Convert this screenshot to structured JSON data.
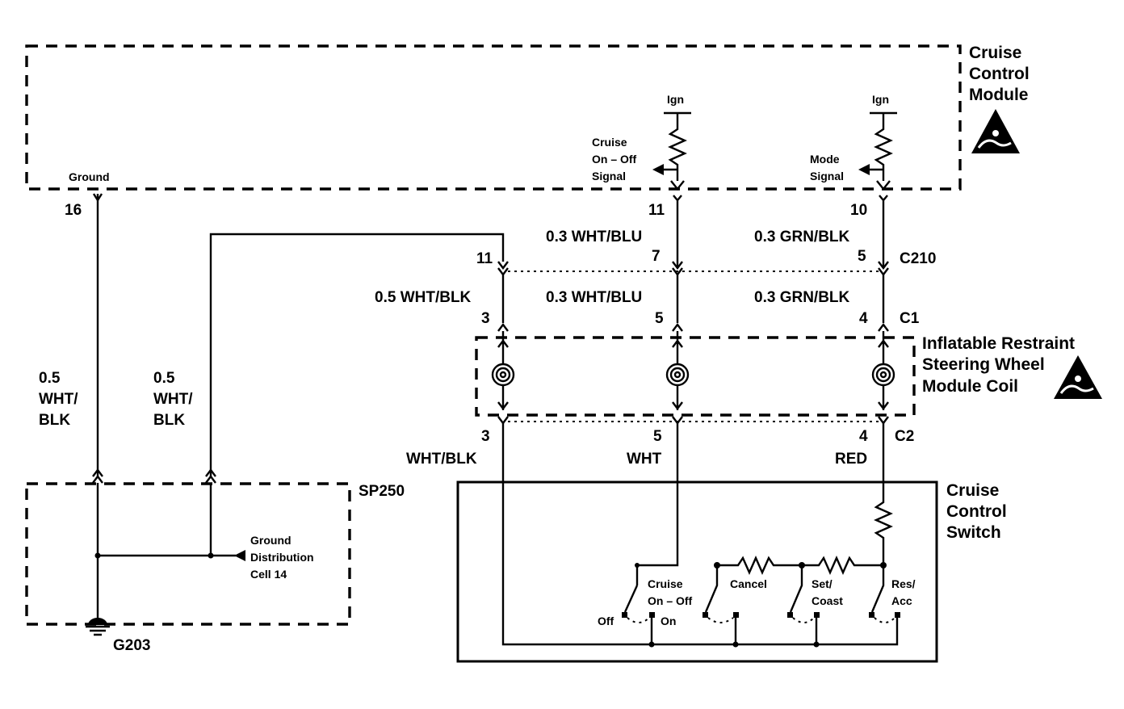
{
  "cruise_control_module": {
    "label_line1": "Cruise",
    "label_line2": "Control",
    "label_line3": "Module",
    "ground_label": "Ground",
    "ign_left": "Ign",
    "ign_right": "Ign",
    "cruise_signal_line1": "Cruise",
    "cruise_signal_line2": "On – Off",
    "cruise_signal_line3": "Signal",
    "mode_signal_line1": "Mode",
    "mode_signal_line2": "Signal",
    "pin_ground": "16",
    "pin_cruise": "11",
    "pin_mode": "10"
  },
  "wires": {
    "cruise_module_wire": "0.3 WHT/BLU",
    "mode_module_wire": "0.3 GRN/BLK",
    "c210_pin_ground": "11",
    "c210_pin_cruise": "7",
    "c210_pin_mode": "5",
    "c210_label": "C210",
    "wire_wht_blk": "0.5 WHT/BLK",
    "wire_wht_blu": "0.3 WHT/BLU",
    "wire_grn_blk": "0.3 GRN/BLK",
    "c1_pin_ground": "3",
    "c1_pin_cruise": "5",
    "c1_pin_mode": "4",
    "c1_label": "C1",
    "left_wire_1_line1": "0.5",
    "left_wire_1_line2": "WHT/",
    "left_wire_1_line3": "BLK",
    "left_wire_2_line1": "0.5",
    "left_wire_2_line2": "WHT/",
    "left_wire_2_line3": "BLK"
  },
  "coil": {
    "label_line1": "Inflatable Restraint",
    "label_line2": "Steering Wheel",
    "label_line3": "Module Coil"
  },
  "c2": {
    "pin_ground": "3",
    "pin_cruise": "5",
    "pin_mode": "4",
    "label": "C2",
    "color_ground": "WHT/BLK",
    "color_cruise": "WHT",
    "color_mode": "RED"
  },
  "splice": {
    "label": "SP250",
    "ground_dist_line1": "Ground",
    "ground_dist_line2": "Distribution",
    "ground_dist_line3": "Cell 14",
    "ground_point": "G203"
  },
  "switch": {
    "label_line1": "Cruise",
    "label_line2": "Control",
    "label_line3": "Switch",
    "onoff_line1": "Cruise",
    "onoff_line2": "On – Off",
    "off_label": "Off",
    "on_label": "On",
    "cancel_label": "Cancel",
    "set_line1": "Set/",
    "set_line2": "Coast",
    "res_line1": "Res/",
    "res_line2": "Acc"
  }
}
